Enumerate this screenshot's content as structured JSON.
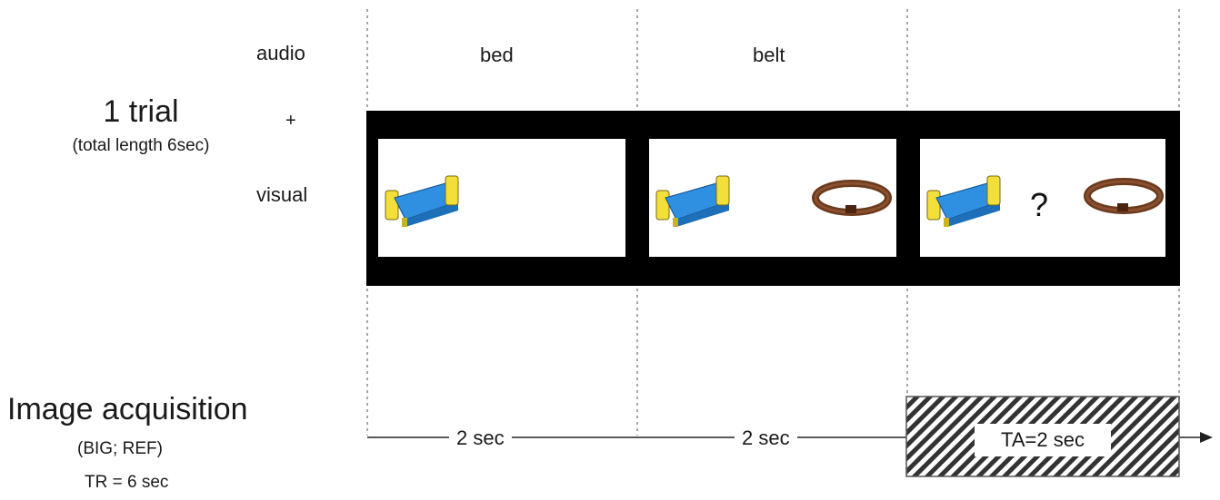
{
  "rows": {
    "audio_label": "audio",
    "plus_label": "+",
    "visual_label": "visual"
  },
  "trial": {
    "title": "1 trial",
    "subtitle": "(total length 6sec)"
  },
  "audio_words": [
    "bed",
    "belt"
  ],
  "visual_frames": [
    {
      "icons": [
        "bed-icon"
      ]
    },
    {
      "icons": [
        "bed-icon",
        "belt-icon"
      ]
    },
    {
      "icons": [
        "bed-icon",
        "question-mark",
        "belt-icon"
      ],
      "question": "?"
    }
  ],
  "acquisition": {
    "title": "Image acquisition",
    "subtitle": "(BIG; REF)",
    "tr": "TR = 6 sec"
  },
  "timeline": {
    "segment_1": "2 sec",
    "segment_2": "2 sec",
    "ta_label": "TA=2 sec"
  },
  "colors": {
    "frame_border": "#000000",
    "bed_frame": "#f2df3a",
    "bed_mattress": "#2f8fe0",
    "belt": "#6b3a1c",
    "line": "#222222"
  }
}
